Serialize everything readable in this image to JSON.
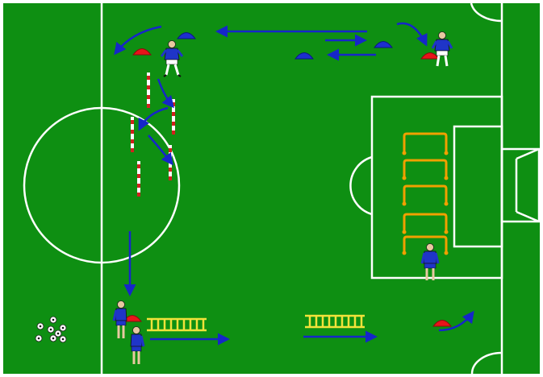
{
  "colors": {
    "border": "#ffffff",
    "field": "#0e8f12",
    "line": "#ffffff",
    "arrow": "#1626c9",
    "cone_red": "#e8141a",
    "cone_blue": "#1d2fd0",
    "pole_white": "#ffffff",
    "pole_red": "#d1221e",
    "hurdle": "#f0a000",
    "ladder": "#f2e23a",
    "player_shirt": "#1f35c8",
    "player_shorts": "#ffffff",
    "ball": "#ffffff"
  },
  "icons": {
    "player": "player-icon",
    "cone": "cone-icon",
    "pole": "slalom-pole-icon",
    "hurdle": "hurdle-icon",
    "ladder": "agility-ladder-icon",
    "ball": "soccer-ball-icon",
    "arrow": "direction-arrow-icon"
  },
  "counts": {
    "players": 5,
    "red_cones": 4,
    "blue_cones": 3,
    "slalom_poles": 5,
    "hurdles": 5,
    "agility_ladders": 2,
    "balls": 8
  }
}
